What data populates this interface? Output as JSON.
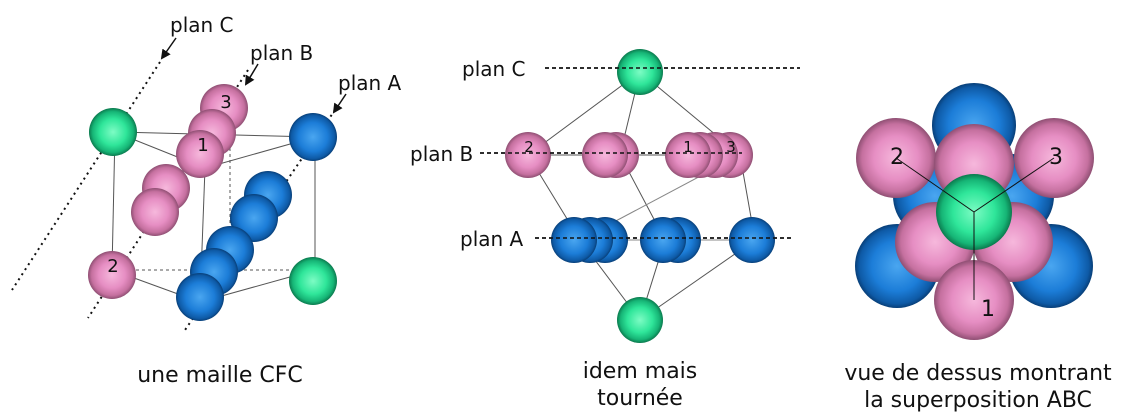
{
  "colors": {
    "pink": "#e98fc4",
    "blue": "#1f7fd6",
    "green": "#2ee89a"
  },
  "panel1": {
    "plane_c": "plan C",
    "plane_b": "plan B",
    "plane_a": "plan A",
    "n1": "1",
    "n2": "2",
    "n3": "3",
    "caption": "une maille CFC"
  },
  "panel2": {
    "plane_c": "plan C",
    "plane_b": "plan B",
    "plane_a": "plan A",
    "n1": "1",
    "n2": "2",
    "n3": "3",
    "caption_line1": "idem mais",
    "caption_line2": "tournée"
  },
  "panel3": {
    "n1": "1",
    "n2": "2",
    "n3": "3",
    "caption_line1": "vue de dessus montrant",
    "caption_line2": "la superposition ABC"
  }
}
